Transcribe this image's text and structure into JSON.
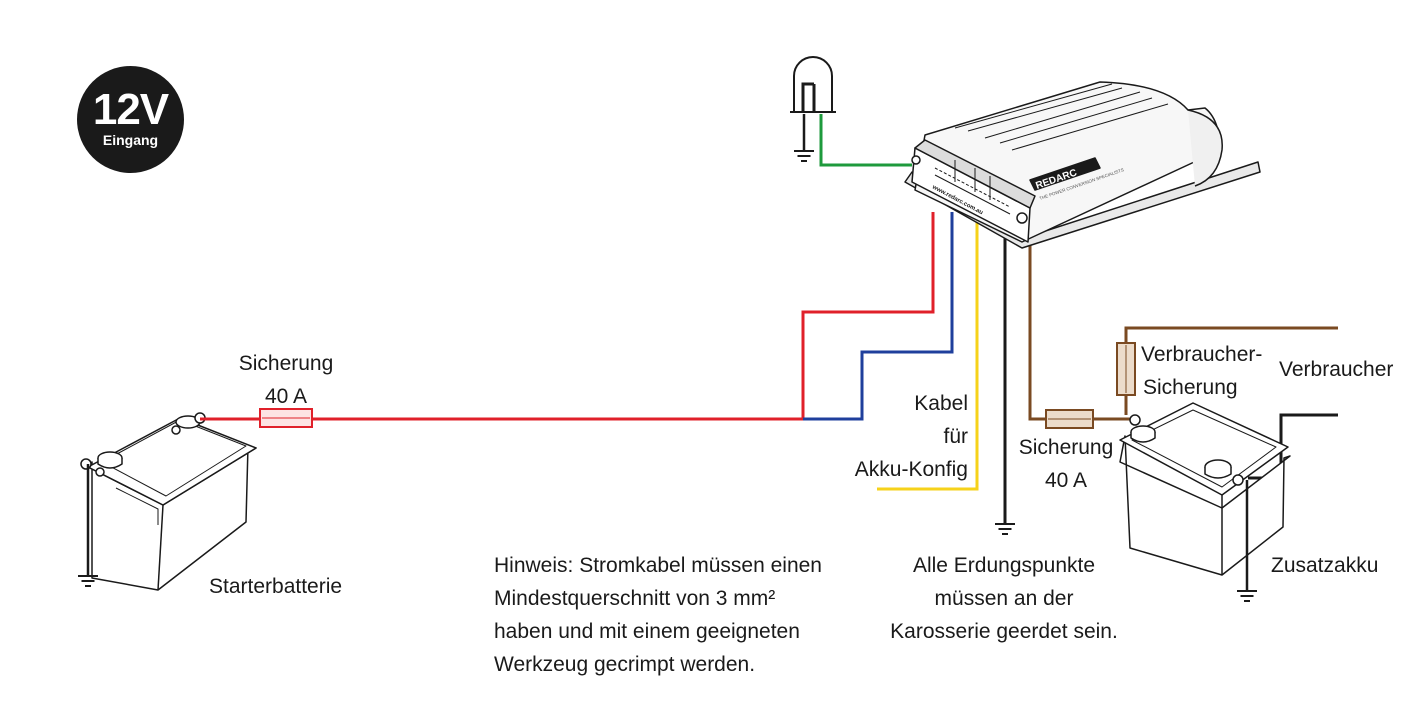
{
  "badge": {
    "voltage": "12V",
    "caption": "Eingang"
  },
  "device": {
    "brand": "REDARC",
    "slogan": "THE POWER CONVERSION SPECIALISTS",
    "url": "www.redarc.com.au"
  },
  "labels": {
    "fuse_start": [
      "Sicherung",
      "40 A"
    ],
    "start_battery": "Starterbatterie",
    "config_cable": [
      "Kabel",
      "für",
      "Akku-Konfig"
    ],
    "fuse_aux": [
      "Sicherung",
      "40 A"
    ],
    "consumer_fuse": [
      "Verbraucher-",
      "Sicherung"
    ],
    "consumer": "Verbraucher",
    "aux_battery": "Zusatzakku",
    "note": [
      "Hinweis: Stromkabel müssen einen",
      "Mindestquerschnitt von 3 mm²",
      "haben und mit einem geeigneten",
      "Werkzeug gecrimpt werden."
    ],
    "grounding": [
      "Alle Erdungspunkte",
      "müssen an der",
      "Karosserie geerdet sein."
    ]
  },
  "colors": {
    "red_wire": "#e0202a",
    "blue_wire": "#1f3f9c",
    "yellow_wire": "#f6d21a",
    "green_wire": "#1e9a3c",
    "brown_wire": "#7a4a22",
    "black_wire": "#1a1a1a",
    "fuse_red": "#fde3e3",
    "fuse_brown": "#ecdccb"
  }
}
